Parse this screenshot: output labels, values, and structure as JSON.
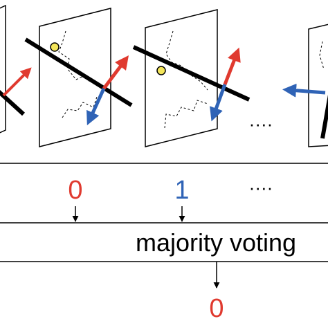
{
  "colors": {
    "red": "#e03a2f",
    "blue": "#2f63b6",
    "black": "#000000",
    "point": "#f3e55a"
  },
  "labels": {
    "vote_1": "0",
    "vote_2": "1",
    "ellipsis": "····",
    "majority": "majority voting",
    "result": "0"
  }
}
